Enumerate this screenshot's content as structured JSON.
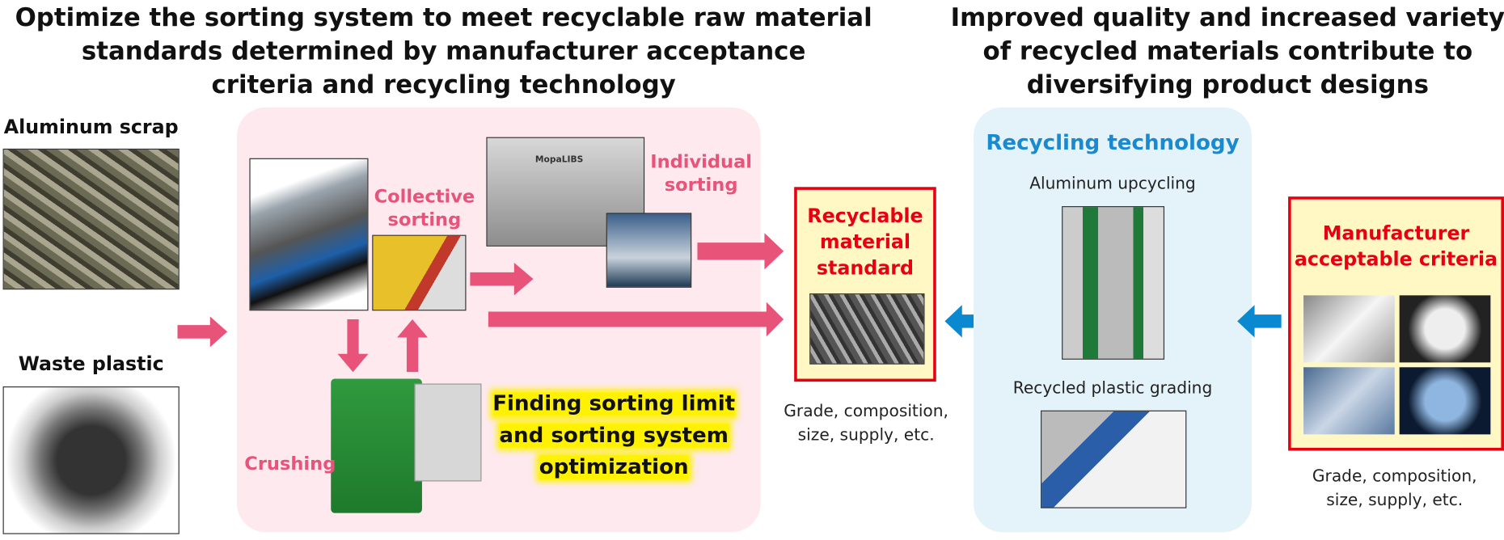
{
  "left_title": [
    "Optimize the sorting system to meet recyclable raw material",
    "standards determined by manufacturer acceptance",
    "criteria and recycling technology"
  ],
  "right_title": [
    "Improved quality and increased variety",
    "of recycled materials contribute to",
    "diversifying product designs"
  ],
  "inputs": {
    "aluminum": "Aluminum scrap",
    "plastic": "Waste plastic"
  },
  "sorting": {
    "collective": [
      "Collective",
      "sorting"
    ],
    "individual": [
      "Individual",
      "sorting"
    ],
    "crushing": "Crushing",
    "machine_brand": "MopaLIBS",
    "optimization": [
      "Finding sorting limit",
      "and sorting system",
      "optimization"
    ]
  },
  "standard": {
    "title": [
      "Recyclable",
      "material",
      "standard"
    ],
    "note": [
      "Grade, composition,",
      "size, supply, etc."
    ]
  },
  "technology": {
    "title": "Recycling technology",
    "aluminum": "Aluminum upcycling",
    "plastic": "Recycled plastic grading"
  },
  "criteria": {
    "title": [
      "Manufacturer",
      "acceptable criteria"
    ],
    "note": [
      "Grade, composition,",
      "size, supply, etc."
    ]
  },
  "colors": {
    "pink_arrow": "#e8537a",
    "blue_arrow": "#0a88d0",
    "red_border": "#e60012",
    "pink_bg": "#fde9ee",
    "blue_bg": "#e4f2f9",
    "yellow_bg": "#fff8c4",
    "tech_title": "#1a8ad0"
  }
}
